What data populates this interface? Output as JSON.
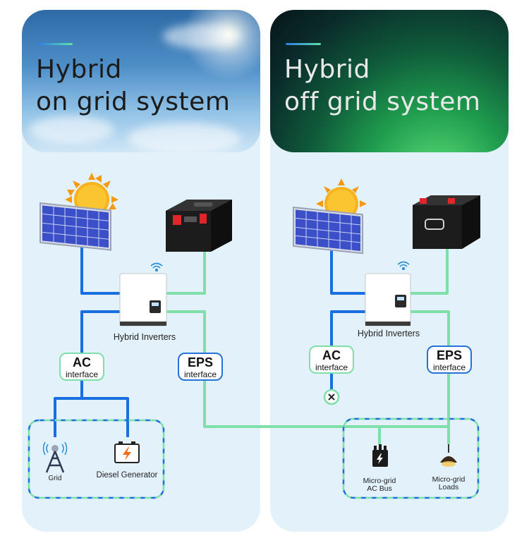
{
  "left": {
    "title_line1": "Hybrid",
    "title_line2": "on grid system",
    "inverter_label": "Hybrid Inverters",
    "ac": {
      "big": "AC",
      "small": "interface"
    },
    "eps": {
      "big": "EPS",
      "small": "interface"
    },
    "grid_label": "Grid",
    "diesel_label": "Diesel Generator"
  },
  "right": {
    "title_line1": "Hybrid",
    "title_line2": "off grid system",
    "inverter_label": "Hybrid Inverters",
    "ac": {
      "big": "AC",
      "small": "interface"
    },
    "eps": {
      "big": "EPS",
      "small": "interface"
    },
    "microgrid_bus_line1": "Micro-grid",
    "microgrid_bus_line2": "AC Bus",
    "microgrid_loads_line1": "Micro-grid",
    "microgrid_loads_line2": "Loads"
  },
  "colors": {
    "blue_wire": "#1a6fe0",
    "green_wire": "#7ee0a8",
    "panel_bg": "#e3f1fb"
  }
}
